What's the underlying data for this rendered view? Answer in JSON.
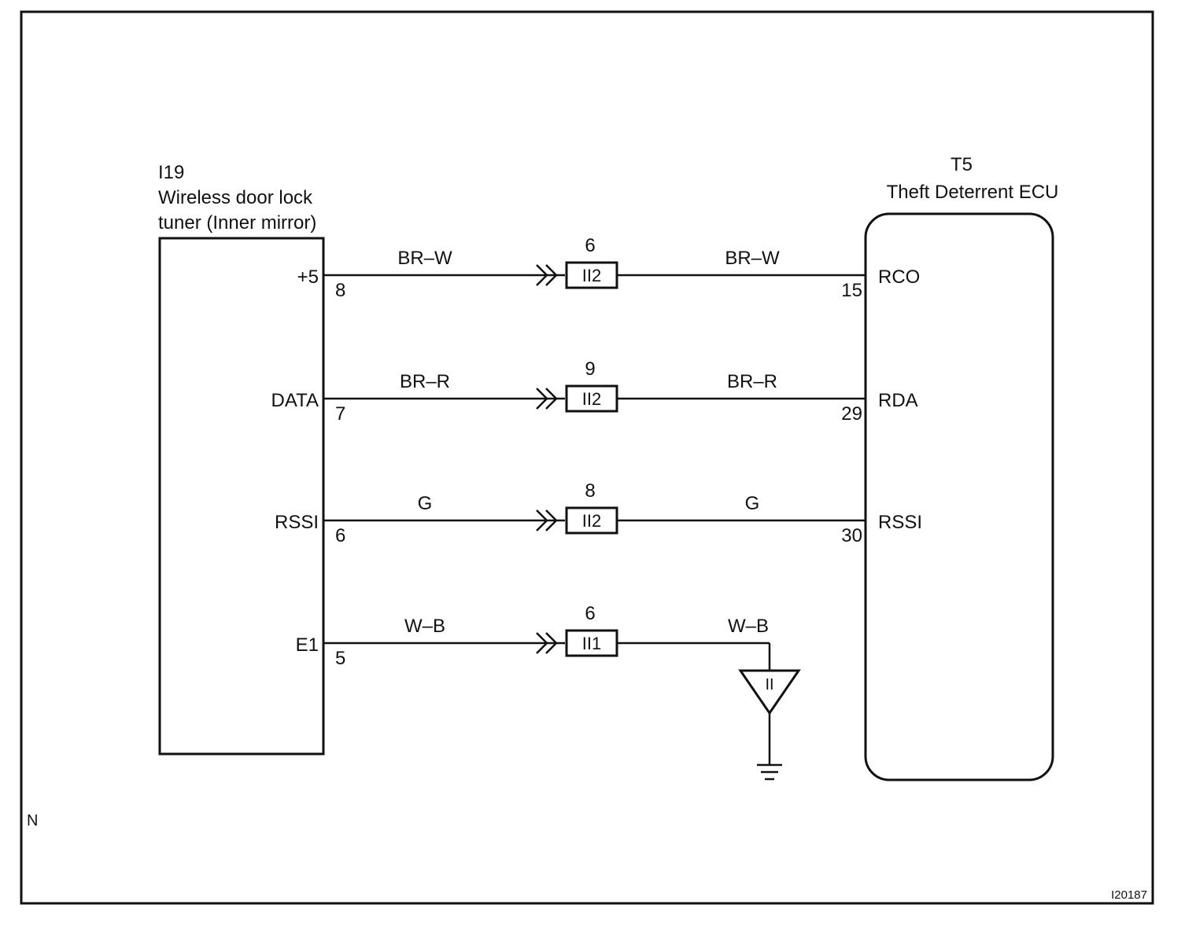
{
  "diagram": {
    "footer_code": "I20187",
    "corner_mark": "N",
    "left_component": {
      "code": "I19",
      "name_line1": "Wireless door lock",
      "name_line2": "tuner (Inner mirror)"
    },
    "right_component": {
      "code": "T5",
      "name": "Theft Deterrent ECU"
    },
    "ground_point": {
      "label": "II"
    },
    "wires": [
      {
        "left_terminal": "+5",
        "left_pin": "8",
        "wire_color_left": "BR–W",
        "connector": "II2",
        "connector_pin": "6",
        "wire_color_right": "BR–W",
        "right_terminal": "RCO",
        "right_pin": "15"
      },
      {
        "left_terminal": "DATA",
        "left_pin": "7",
        "wire_color_left": "BR–R",
        "connector": "II2",
        "connector_pin": "9",
        "wire_color_right": "BR–R",
        "right_terminal": "RDA",
        "right_pin": "29"
      },
      {
        "left_terminal": "RSSI",
        "left_pin": "6",
        "wire_color_left": "G",
        "connector": "II2",
        "connector_pin": "8",
        "wire_color_right": "G",
        "right_terminal": "RSSI",
        "right_pin": "30"
      },
      {
        "left_terminal": "E1",
        "left_pin": "5",
        "wire_color_left": "W–B",
        "connector": "II1",
        "connector_pin": "6",
        "wire_color_right": "W–B",
        "right_terminal": "",
        "right_pin": ""
      }
    ]
  }
}
